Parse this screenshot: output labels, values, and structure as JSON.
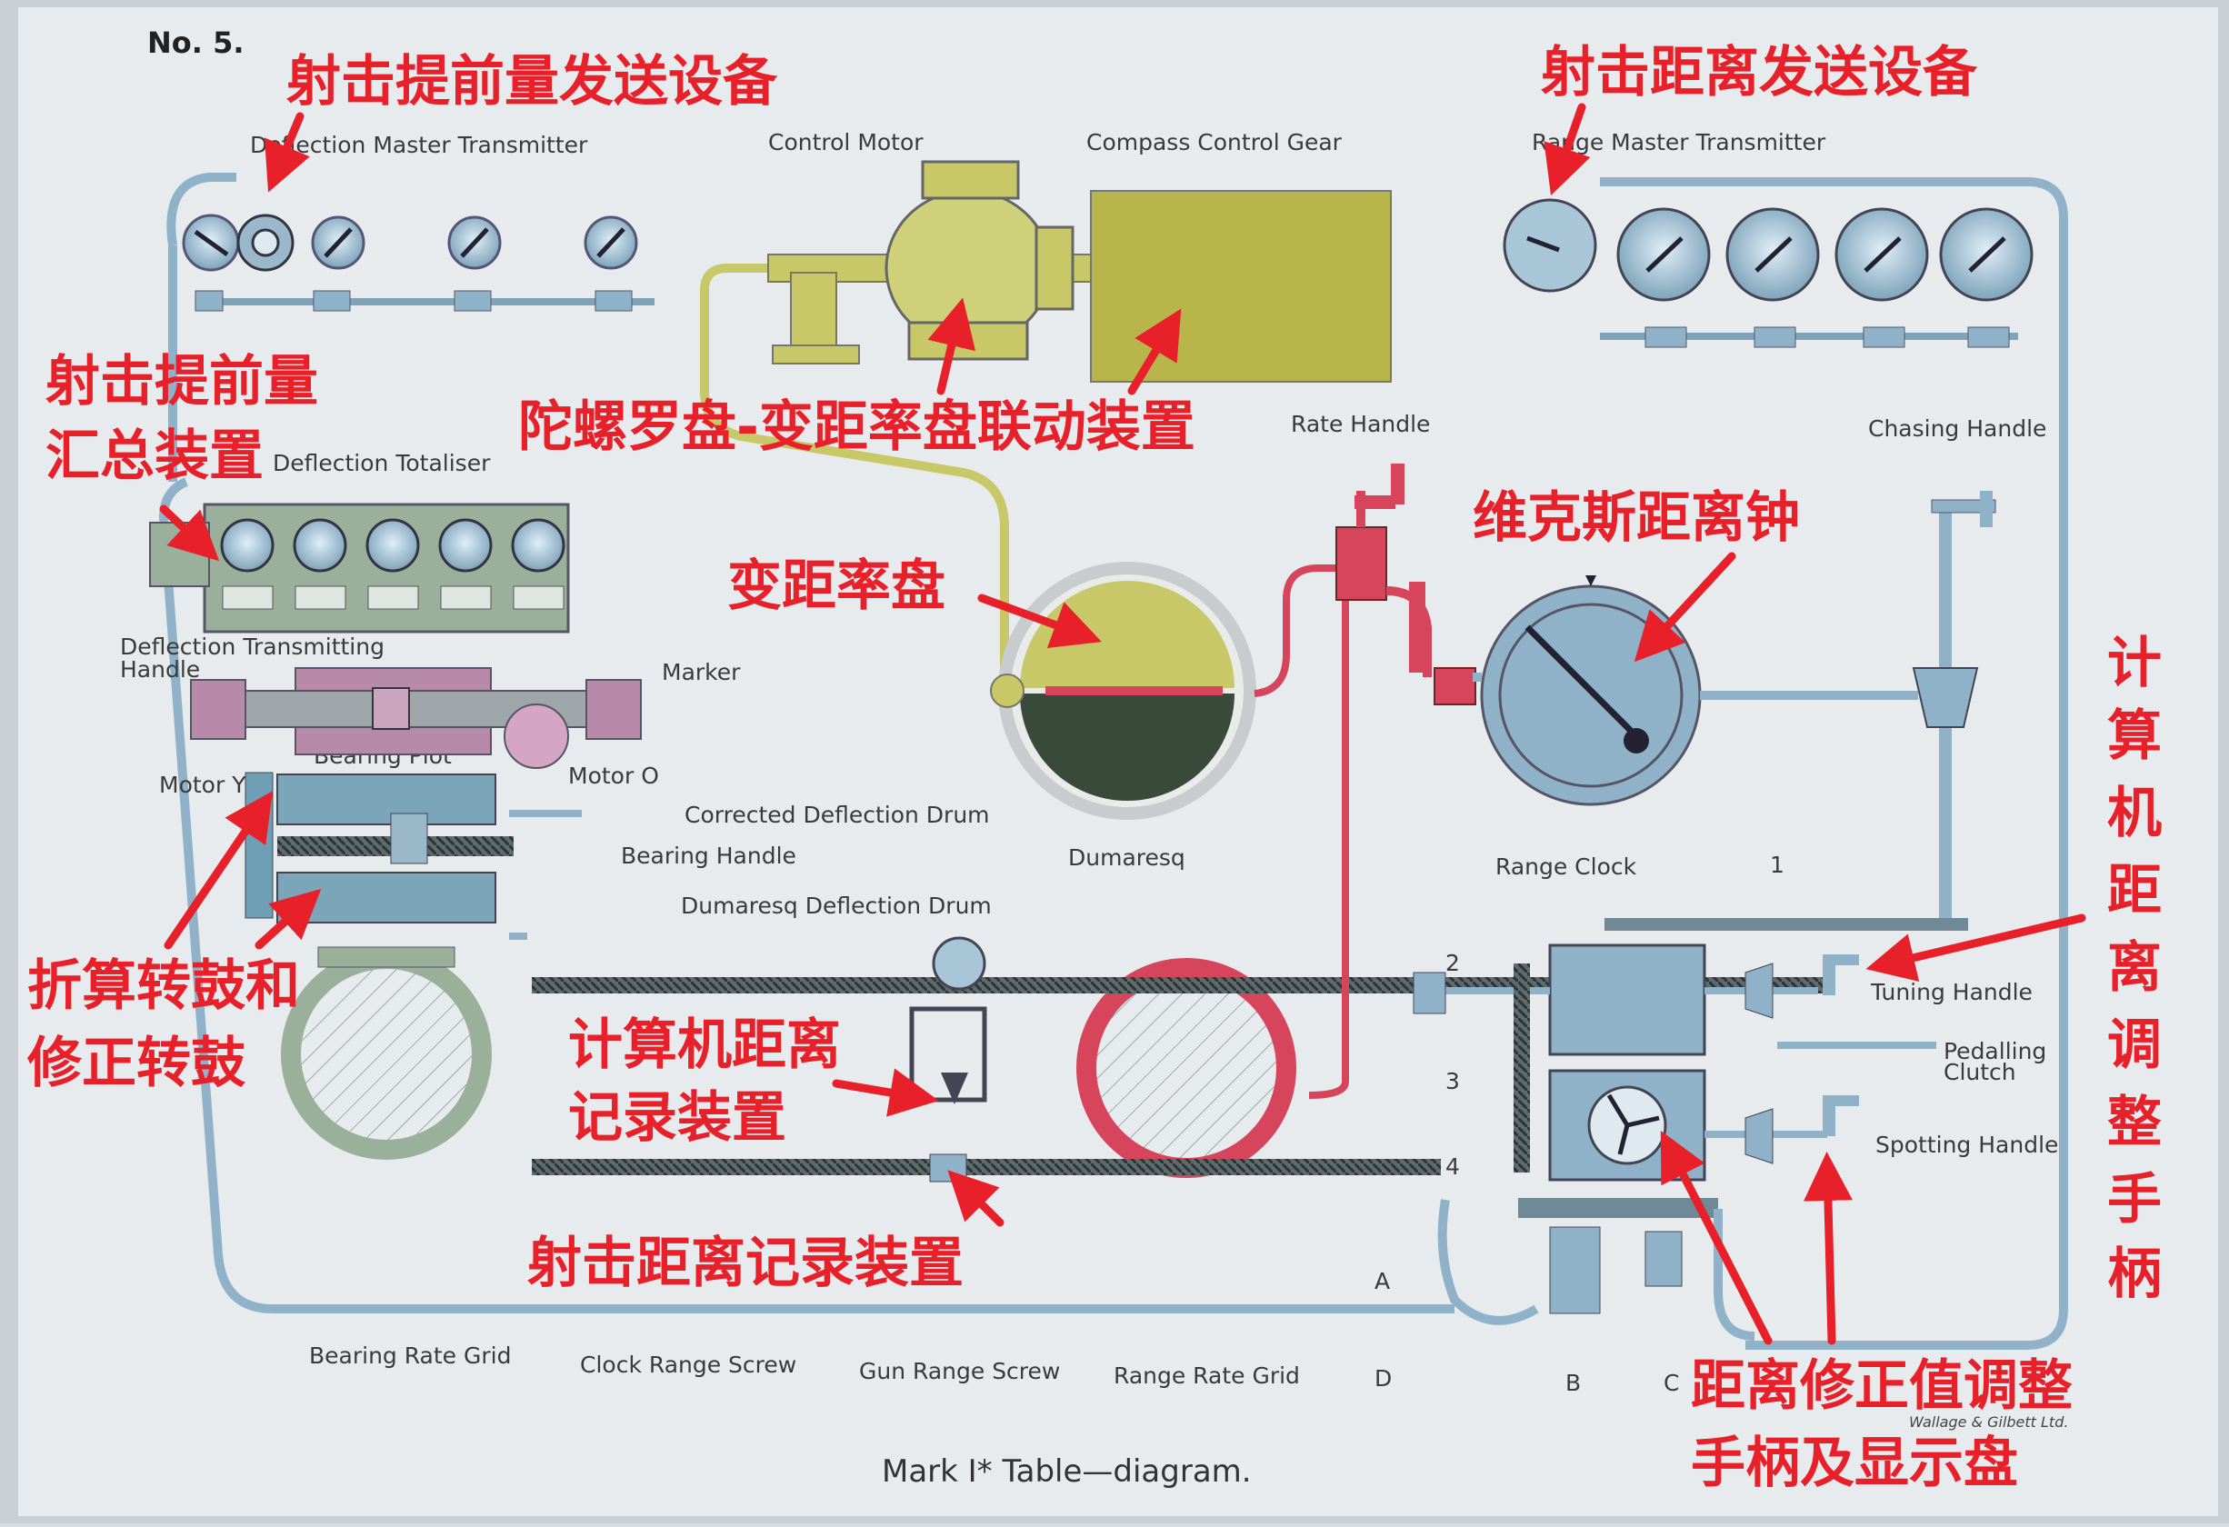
{
  "plate": {
    "number": "No. 5.",
    "caption": "Mark I* Table—diagram.",
    "printer": "Wallage & Gilbett Ltd."
  },
  "labels": {
    "deflection_master_transmitter": "Deflection Master Transmitter",
    "control_motor": "Control Motor",
    "compass_control_gear": "Compass Control Gear",
    "range_master_transmitter": "Range Master Transmitter",
    "rate_handle": "Rate Handle",
    "chasing_handle": "Chasing Handle",
    "deflection_totaliser": "Deflection Totaliser",
    "deflection_transmitting_handle_1": "Deflection Transmitting",
    "deflection_transmitting_handle_2": "Handle",
    "marker": "Marker",
    "bearing_plot": "Bearing Plot",
    "motor_y": "Motor Y",
    "motor_o": "Motor O",
    "corrected_deflection_drum": "Corrected Deflection Drum",
    "bearing_handle": "Bearing Handle",
    "dumaresq_deflection_drum": "Dumaresq Deflection Drum",
    "dumaresq": "Dumaresq",
    "range_clock": "Range Clock",
    "tuning_handle": "Tuning Handle",
    "pedalling_clutch_1": "Pedalling",
    "pedalling_clutch_2": "Clutch",
    "spotting_handle": "Spotting Handle",
    "bearing_rate_grid": "Bearing Rate Grid",
    "clock_range_screw": "Clock Range Screw",
    "gun_range_screw": "Gun Range Screw",
    "range_rate_grid": "Range Rate Grid",
    "num_1": "1",
    "num_2": "2",
    "num_3": "3",
    "num_4": "4",
    "letter_a": "A",
    "letter_b": "B",
    "letter_c": "C",
    "letter_d": "D"
  },
  "annotations": {
    "deflection_sending_device": "射击提前量发送设备",
    "range_sending_device": "射击距离发送设备",
    "deflection_totaliser_1": "射击提前量",
    "deflection_totaliser_2": "汇总装置",
    "gyro_link_device": "陀螺罗盘-变距率盘联动装置",
    "range_rate_disc": "变距率盘",
    "vickers_range_clock": "维克斯距离钟",
    "drums_1": "折算转鼓和",
    "drums_2": "修正转鼓",
    "computer_range_recorder_1": "计算机距离",
    "computer_range_recorder_2": "记录装置",
    "firing_range_recorder": "射击距离记录装置",
    "range_correction_1": "距离修正值调整",
    "range_correction_2": "手柄及显示盘",
    "computer_range_handle_chars": [
      "计",
      "算",
      "机",
      "距",
      "离",
      "调",
      "整",
      "手",
      "柄"
    ]
  },
  "colors": {
    "paper": "#e6e9ec",
    "annotation_red": "#e8202a",
    "steel_blue": "#8fb2c8",
    "olive_yellow": "#c8c868",
    "crimson": "#d6455c",
    "green_gray": "#9bb09a",
    "mauve": "#b68aa8"
  }
}
